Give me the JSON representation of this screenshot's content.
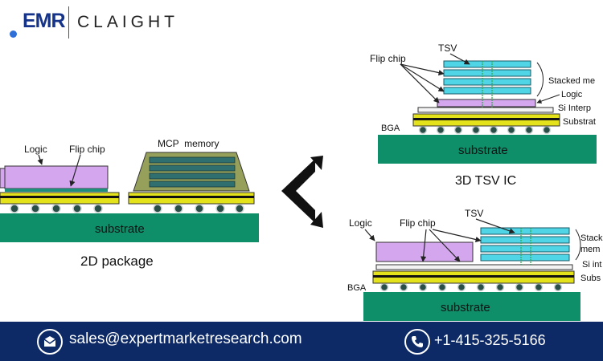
{
  "header": {
    "logo_primary": "EMR",
    "logo_secondary": "CLAIGHT"
  },
  "diagram": {
    "left_2d": {
      "label_logic": "Logic",
      "label_flip_chip": "Flip chip",
      "label_mcp_memory": "MCP  memory",
      "label_substrate": "substrate",
      "caption": "2D package"
    },
    "top_3d": {
      "label_flip_chip": "Flip chip",
      "label_tsv": "TSV",
      "label_stacked_memory": "Stacked me",
      "label_logic": "Logic",
      "label_si_interposer": "Si Interp",
      "label_substrate_side": "Substrat",
      "label_bga": "BGA",
      "label_substrate": "substrate",
      "caption": "3D TSV IC"
    },
    "bottom_25d": {
      "label_logic": "Logic",
      "label_flip_chip": "Flip chip",
      "label_tsv": "TSV",
      "label_stacked_1": "Stack",
      "label_stacked_2": "mem",
      "label_si_interposer": "Si int",
      "label_substrate_side": "Subs",
      "label_bga": "BGA",
      "label_substrate": "substrate"
    }
  },
  "footer": {
    "email": "sales@expertmarketresearch.com",
    "phone": "+1-415-325-5166"
  },
  "colors": {
    "substrate": "#0e8f6a",
    "pcb_yellow": "#e4e21a",
    "logic_violet": "#d3a6ee",
    "memory_cyan": "#4fd5e6",
    "mcp_olive": "#97a05a",
    "footer_navy": "#0d2a66",
    "brand_blue": "#16338a"
  }
}
